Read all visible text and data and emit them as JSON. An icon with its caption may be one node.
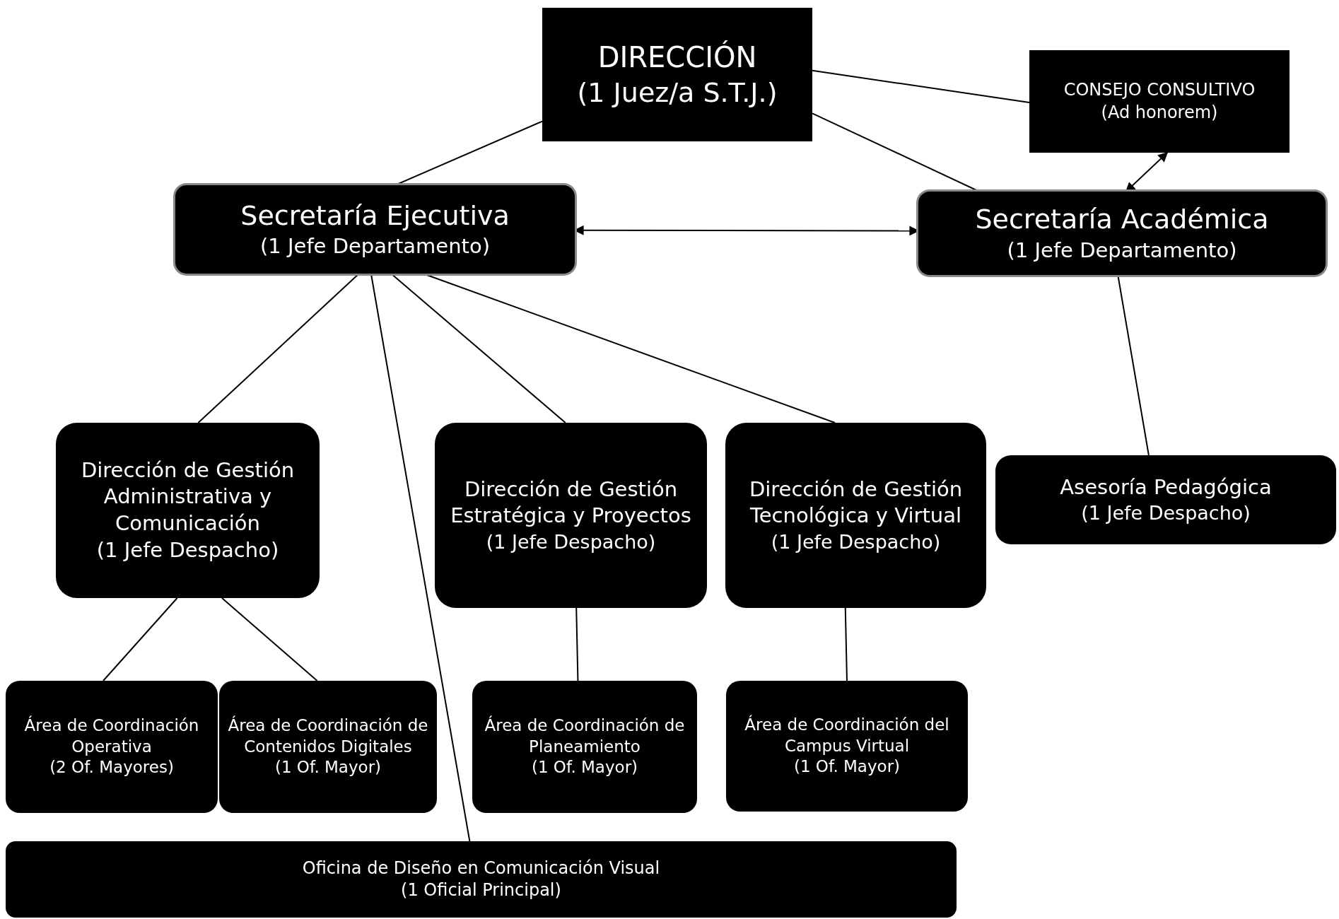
{
  "diagram": {
    "nodes": [
      {
        "text": [
          "DIRECCIÓN",
          "(1 Juez/a S.T.J.)"
        ]
      },
      {
        "text": [
          "CONSEJO CONSULTIVO",
          "(Ad honorem)"
        ]
      },
      {
        "text": [
          "Secretaría Ejecutiva",
          "(1 Jefe Departamento)"
        ]
      },
      {
        "text": [
          "Secretaría Académica",
          "(1 Jefe Departamento)"
        ]
      },
      {
        "text": [
          "Dirección de Gestión Administrativa y Comunicación",
          "(1 Jefe Despacho)"
        ]
      },
      {
        "text": [
          "Dirección de Gestión Estratégica y Proyectos",
          "(1 Jefe Despacho)"
        ]
      },
      {
        "text": [
          "Dirección de Gestión Tecnológica y Virtual",
          "(1 Jefe Despacho)"
        ]
      },
      {
        "text": [
          "Asesoría Pedagógica",
          "(1 Jefe Despacho)"
        ]
      },
      {
        "text": [
          "Área de Coordinación Operativa",
          "(2 Of. Mayores)"
        ]
      },
      {
        "text": [
          "Área de Coordinación de Contenidos Digitales",
          "(1 Of. Mayor)"
        ]
      },
      {
        "text": [
          "Área de Coordinación de Planeamiento",
          "(1 Of. Mayor)"
        ]
      },
      {
        "text": [
          "Área de Coordinación del Campus Virtual",
          "(1 Of. Mayor)"
        ]
      },
      {
        "text": [
          "Oficina de Diseño en Comunicación Visual",
          "(1 Oficial Principal)"
        ]
      }
    ],
    "edges": [
      {
        "from": 0,
        "to": 2,
        "arrow": "none"
      },
      {
        "from": 0,
        "to": 1,
        "arrow": "none"
      },
      {
        "from": 0,
        "to": 3,
        "arrow": "none"
      },
      {
        "from": 1,
        "to": 3,
        "arrow": "both"
      },
      {
        "from": 2,
        "to": 3,
        "arrow": "both"
      },
      {
        "from": 2,
        "to": 4,
        "arrow": "none"
      },
      {
        "from": 2,
        "to": 5,
        "arrow": "none"
      },
      {
        "from": 2,
        "to": 6,
        "arrow": "none"
      },
      {
        "from": 2,
        "to": 12,
        "arrow": "none"
      },
      {
        "from": 3,
        "to": 7,
        "arrow": "none"
      },
      {
        "from": 4,
        "to": 8,
        "arrow": "none"
      },
      {
        "from": 4,
        "to": 9,
        "arrow": "none"
      },
      {
        "from": 5,
        "to": 10,
        "arrow": "none"
      },
      {
        "from": 6,
        "to": 11,
        "arrow": "none"
      }
    ]
  }
}
